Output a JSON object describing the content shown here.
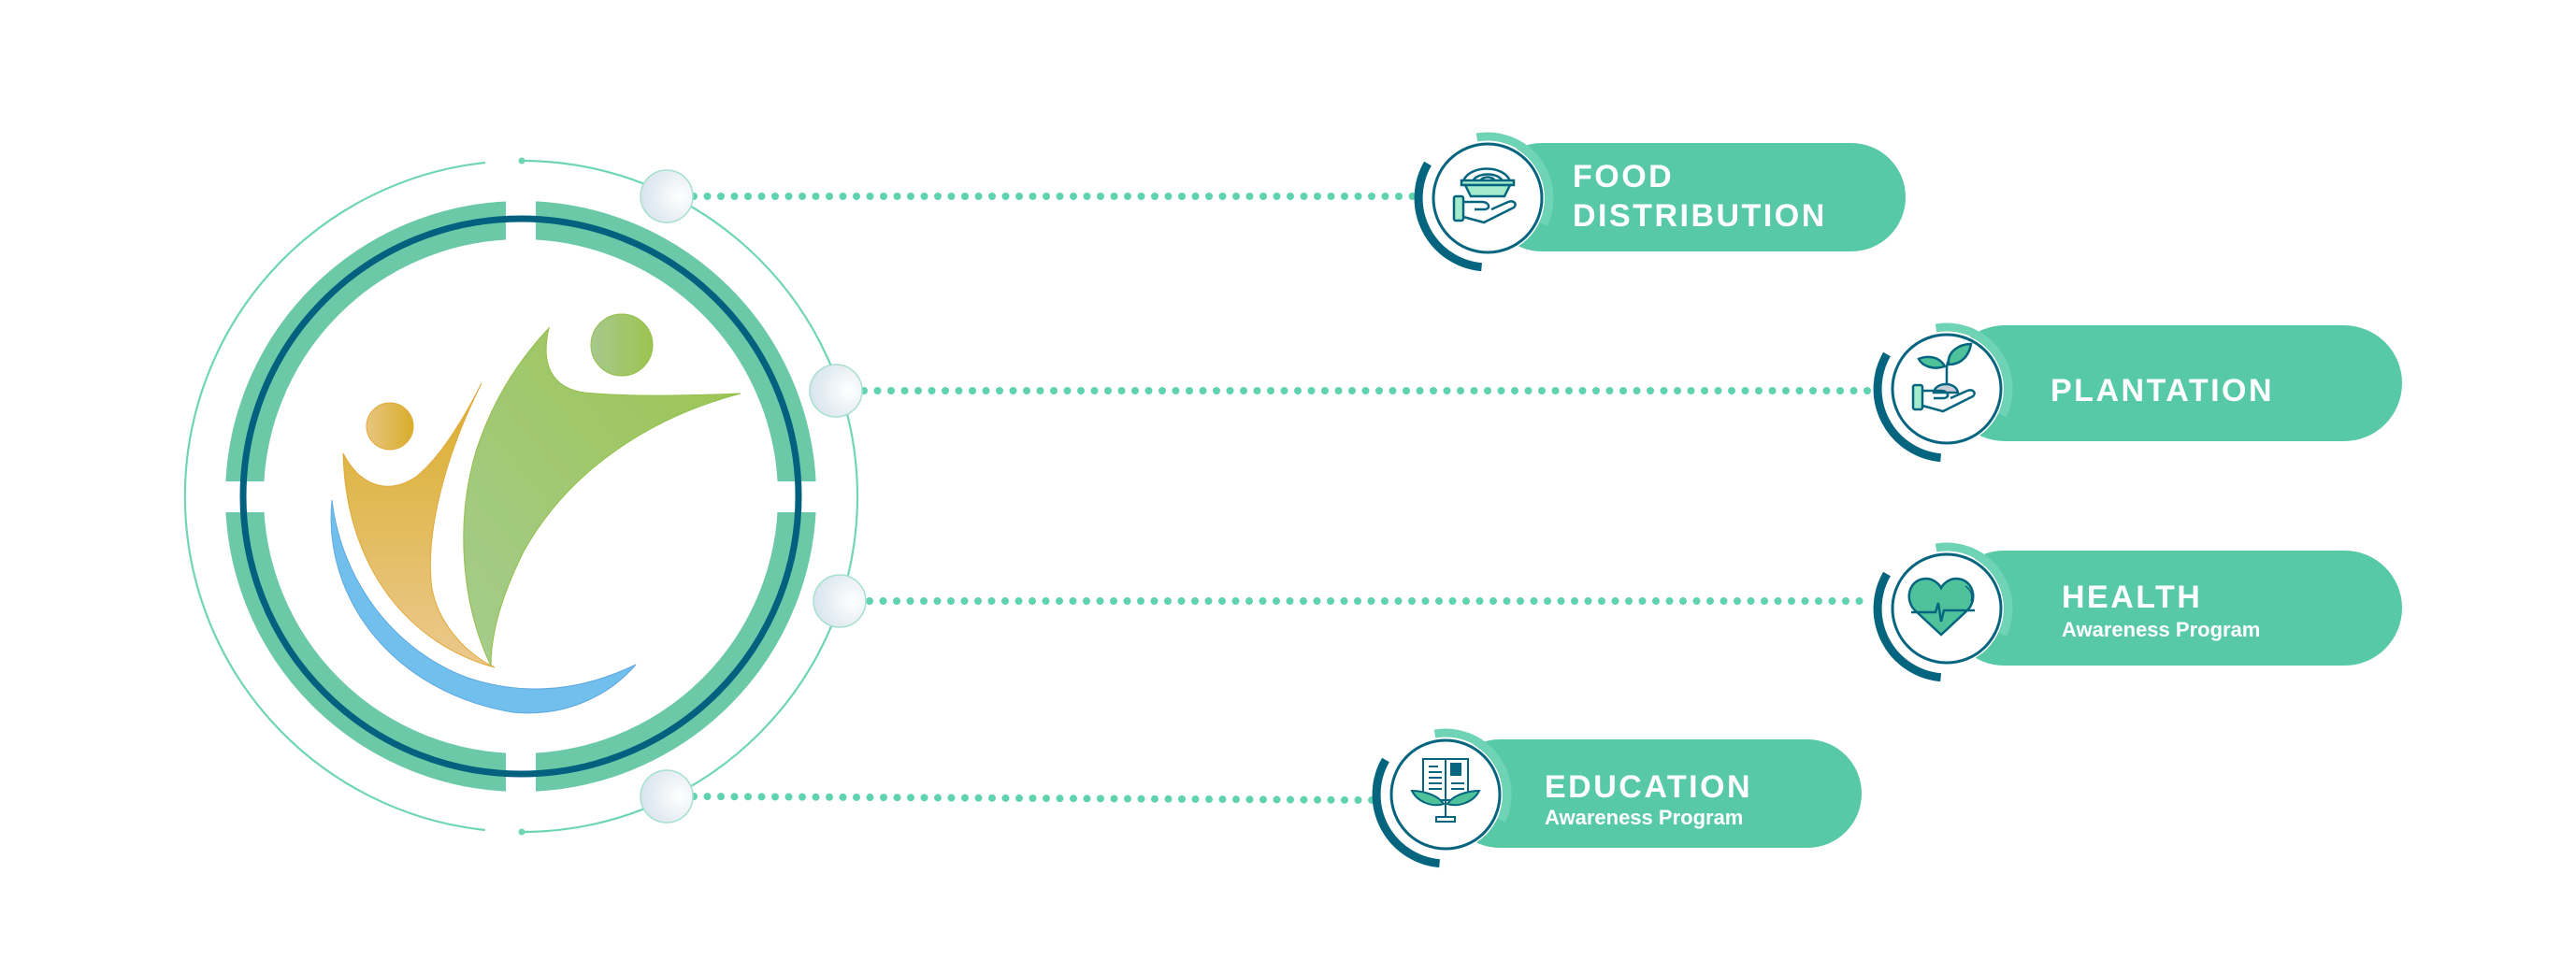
{
  "colors": {
    "pill": "#58c9a7",
    "dark_teal": "#05657f",
    "light_arc": "#6fd4b6",
    "ring_green": "#6cc9a8",
    "dots": "#5fd3b0"
  },
  "items": [
    {
      "title_line1": "FOOD",
      "title_line2": "DISTRIBUTION",
      "icon": "hand-food-bowl-icon"
    },
    {
      "title": "PLANTATION",
      "icon": "hand-plant-icon"
    },
    {
      "title": "HEALTH",
      "subtitle": "Awareness Program",
      "icon": "heart-pulse-icon"
    },
    {
      "title": "EDUCATION",
      "subtitle": "Awareness Program",
      "icon": "book-plant-icon"
    }
  ]
}
